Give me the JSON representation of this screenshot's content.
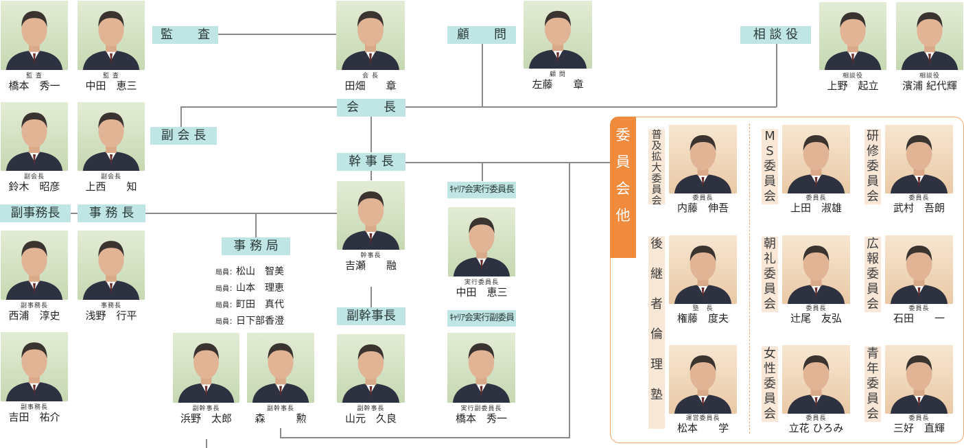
{
  "titles": {
    "kansa": "監　　査",
    "komon": "顧　　問",
    "soudanyaku": "相 談 役",
    "kaicho": "会　　長",
    "fukukaicho": "副 会 長",
    "kanjicho": "幹 事 長",
    "fukujimucho": "副事務長",
    "jimucho": "事 務 長",
    "jimukyoku": "事 務 局",
    "fukukanjicho": "副幹事長",
    "career_chair": "ｷｬﾘｱ会実行委員長",
    "career_vice": "ｷｬﾘｱ会実行副委員"
  },
  "staff": [
    {
      "label": "局員：",
      "name": "松山　智美"
    },
    {
      "label": "局員：",
      "name": "山本　理恵"
    },
    {
      "label": "局員：",
      "name": "町田　真代"
    },
    {
      "label": "局員：",
      "name": "日下部香澄"
    }
  ],
  "people": {
    "hashimoto_kansa": {
      "role": "監 査",
      "name": "橋本　秀一"
    },
    "nakata_kansa": {
      "role": "監 査",
      "name": "中田　恵三"
    },
    "tabata": {
      "role": "会 長",
      "name": "田畑　　章"
    },
    "sato": {
      "role": "顧 問",
      "name": "左藤　　章"
    },
    "ueno": {
      "role": "相談役",
      "name": "上野　起立"
    },
    "hamaura": {
      "role": "相談役",
      "name": "濱浦 紀代輝"
    },
    "suzuki": {
      "role": "副会長",
      "name": "鈴木　昭彦"
    },
    "uenishi": {
      "role": "副会長",
      "name": "上西　　知"
    },
    "nishiura": {
      "role": "副事務長",
      "name": "西浦　淳史"
    },
    "asano": {
      "role": "事務長",
      "name": "浅野　行平"
    },
    "yoshida": {
      "role": "副事務長",
      "name": "吉田　祐介"
    },
    "yoshise": {
      "role": "幹事長",
      "name": "吉瀬　　融"
    },
    "nakata_career": {
      "role": "実行委員長",
      "name": "中田　恵三"
    },
    "hamano": {
      "role": "副幹事長",
      "name": "浜野　太郎"
    },
    "mori": {
      "role": "副幹事長",
      "name": "森　　　勲"
    },
    "yamamoto": {
      "role": "副幹事長",
      "name": "山元　久良"
    },
    "hashimoto_career": {
      "role": "実行副委員長",
      "name": "橋本　秀一"
    }
  },
  "committee": {
    "tab": "委\n員\n会\n他",
    "items": [
      {
        "label": "普\n及\n拡\n大\n委\n員\n会",
        "role": "委員長",
        "name": "内藤　伸吾"
      },
      {
        "label": "M\nS\n委\n員\n会",
        "role": "委員長",
        "name": "上田　淑雄"
      },
      {
        "label": "研\n修\n委\n員\n会",
        "role": "委員長",
        "name": "武村　吾朗"
      },
      {
        "label": "後\n\n継\n\n者\n\n倫\n\n理\n\n塾",
        "role": "塾　長",
        "name": "権藤　度夫"
      },
      {
        "label": "朝\n礼\n委\n員\n会",
        "role": "委員長",
        "name": "辻尾　友弘"
      },
      {
        "label": "広\n報\n委\n員\n会",
        "role": "委員長",
        "name": "石田　　一"
      },
      {
        "label": "",
        "role": "運営委員長",
        "name": "松本　　学"
      },
      {
        "label": "女\n性\n委\n員\n会",
        "role": "委員長",
        "name": "立花 ひろみ"
      },
      {
        "label": "青\n年\n委\n員\n会",
        "role": "委員長",
        "name": "三好　直輝"
      }
    ]
  }
}
